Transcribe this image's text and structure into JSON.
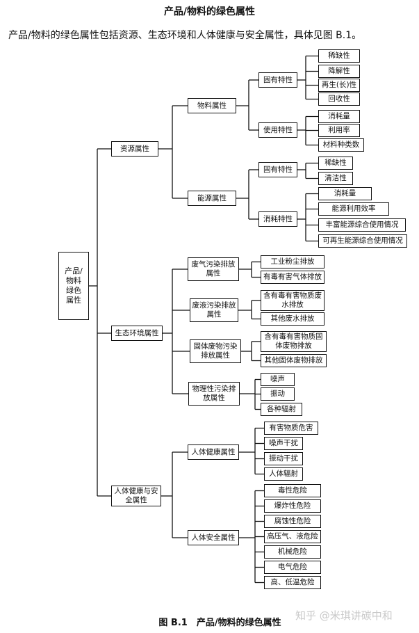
{
  "title": "产品/物料的绿色属性",
  "intro": "产品/物料的绿色属性包括资源、生态环境和人体健康与安全属性，具体见图 B.1。",
  "caption": "图 B.1　产品/物料的绿色属性",
  "watermark": "知乎 @米琪讲碳中和",
  "tree": {
    "label": "产品/物料绿色属性",
    "children": [
      {
        "label": "资源属性",
        "children": [
          {
            "label": "物料属性",
            "children": [
              {
                "label": "固有特性",
                "children": [
                  {
                    "label": "稀缺性"
                  },
                  {
                    "label": "降解性"
                  },
                  {
                    "label": "再生(长)性"
                  },
                  {
                    "label": "回收性"
                  }
                ]
              },
              {
                "label": "使用特性",
                "children": [
                  {
                    "label": "消耗量"
                  },
                  {
                    "label": "利用率"
                  },
                  {
                    "label": "材料种类数"
                  }
                ]
              }
            ]
          },
          {
            "label": "能源属性",
            "children": [
              {
                "label": "固有特性",
                "children": [
                  {
                    "label": "稀缺性"
                  },
                  {
                    "label": "清洁性"
                  }
                ]
              },
              {
                "label": "消耗特性",
                "children": [
                  {
                    "label": "消耗量"
                  },
                  {
                    "label": "能源利用效率"
                  },
                  {
                    "label": "丰富能源综合使用情况"
                  },
                  {
                    "label": "可再生能源综合使用情况"
                  }
                ]
              }
            ]
          }
        ]
      },
      {
        "label": "生态环境属性",
        "children": [
          {
            "label": "废气污染排放属性",
            "children": [
              {
                "label": "工业粉尘排放"
              },
              {
                "label": "有毒有害气体排放"
              }
            ]
          },
          {
            "label": "废液污染排放属性",
            "children": [
              {
                "label": "含有毒有害物质废水排放"
              },
              {
                "label": "其他废水排放"
              }
            ]
          },
          {
            "label": "固体废物污染排放属性",
            "children": [
              {
                "label": "含有毒有害物质固体废物排放"
              },
              {
                "label": "其他固体废物排放"
              }
            ]
          },
          {
            "label": "物理性污染排放属性",
            "children": [
              {
                "label": "噪声"
              },
              {
                "label": "振动"
              },
              {
                "label": "各种辐射"
              }
            ]
          }
        ]
      },
      {
        "label": "人体健康与安全属性",
        "children": [
          {
            "label": "人体健康属性",
            "children": [
              {
                "label": "有害物质危害"
              },
              {
                "label": "噪声干扰"
              },
              {
                "label": "振动干扰"
              },
              {
                "label": "人体辐射"
              }
            ]
          },
          {
            "label": "人体安全属性",
            "children": [
              {
                "label": "毒性危险"
              },
              {
                "label": "爆炸性危险"
              },
              {
                "label": "腐蚀性危险"
              },
              {
                "label": "高压气、液危险"
              },
              {
                "label": "机械危险"
              },
              {
                "label": "电气危险"
              },
              {
                "label": "高、低温危险"
              }
            ]
          }
        ]
      }
    ]
  }
}
